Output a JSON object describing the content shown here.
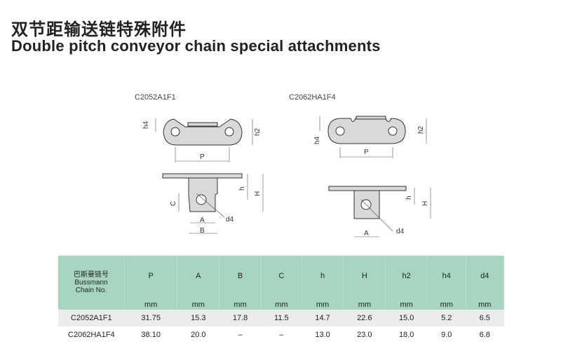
{
  "title_cn": "双节距输送链特殊附件",
  "title_en": "Double pitch conveyor chain special attachments",
  "diagrams": [
    {
      "label": "C2052A1F1",
      "dims": [
        "h4",
        "h2",
        "P",
        "h",
        "H",
        "C",
        "A",
        "B",
        "d4"
      ]
    },
    {
      "label": "C2062HA1F4",
      "dims": [
        "h4",
        "h2",
        "P",
        "h",
        "H",
        "A",
        "d4"
      ]
    }
  ],
  "table": {
    "header_cn": "巴斯曼链号",
    "header_en1": "Bussmann",
    "header_en2": "Chain No.",
    "columns": [
      "P",
      "A",
      "B",
      "C",
      "h",
      "H",
      "h2",
      "h4",
      "d4"
    ],
    "units": [
      "mm",
      "mm",
      "mm",
      "mm",
      "mm",
      "mm",
      "mm",
      "mm",
      "mm"
    ],
    "rows": [
      [
        "C2052A1F1",
        "31.75",
        "15.3",
        "17.8",
        "11.5",
        "14.7",
        "22.6",
        "15.0",
        "5.2",
        "6.5"
      ],
      [
        "C2062HA1F4",
        "38.10",
        "20.0",
        "–",
        "–",
        "13.0",
        "23.0",
        "18.0",
        "9.0",
        "6.8"
      ]
    ]
  }
}
